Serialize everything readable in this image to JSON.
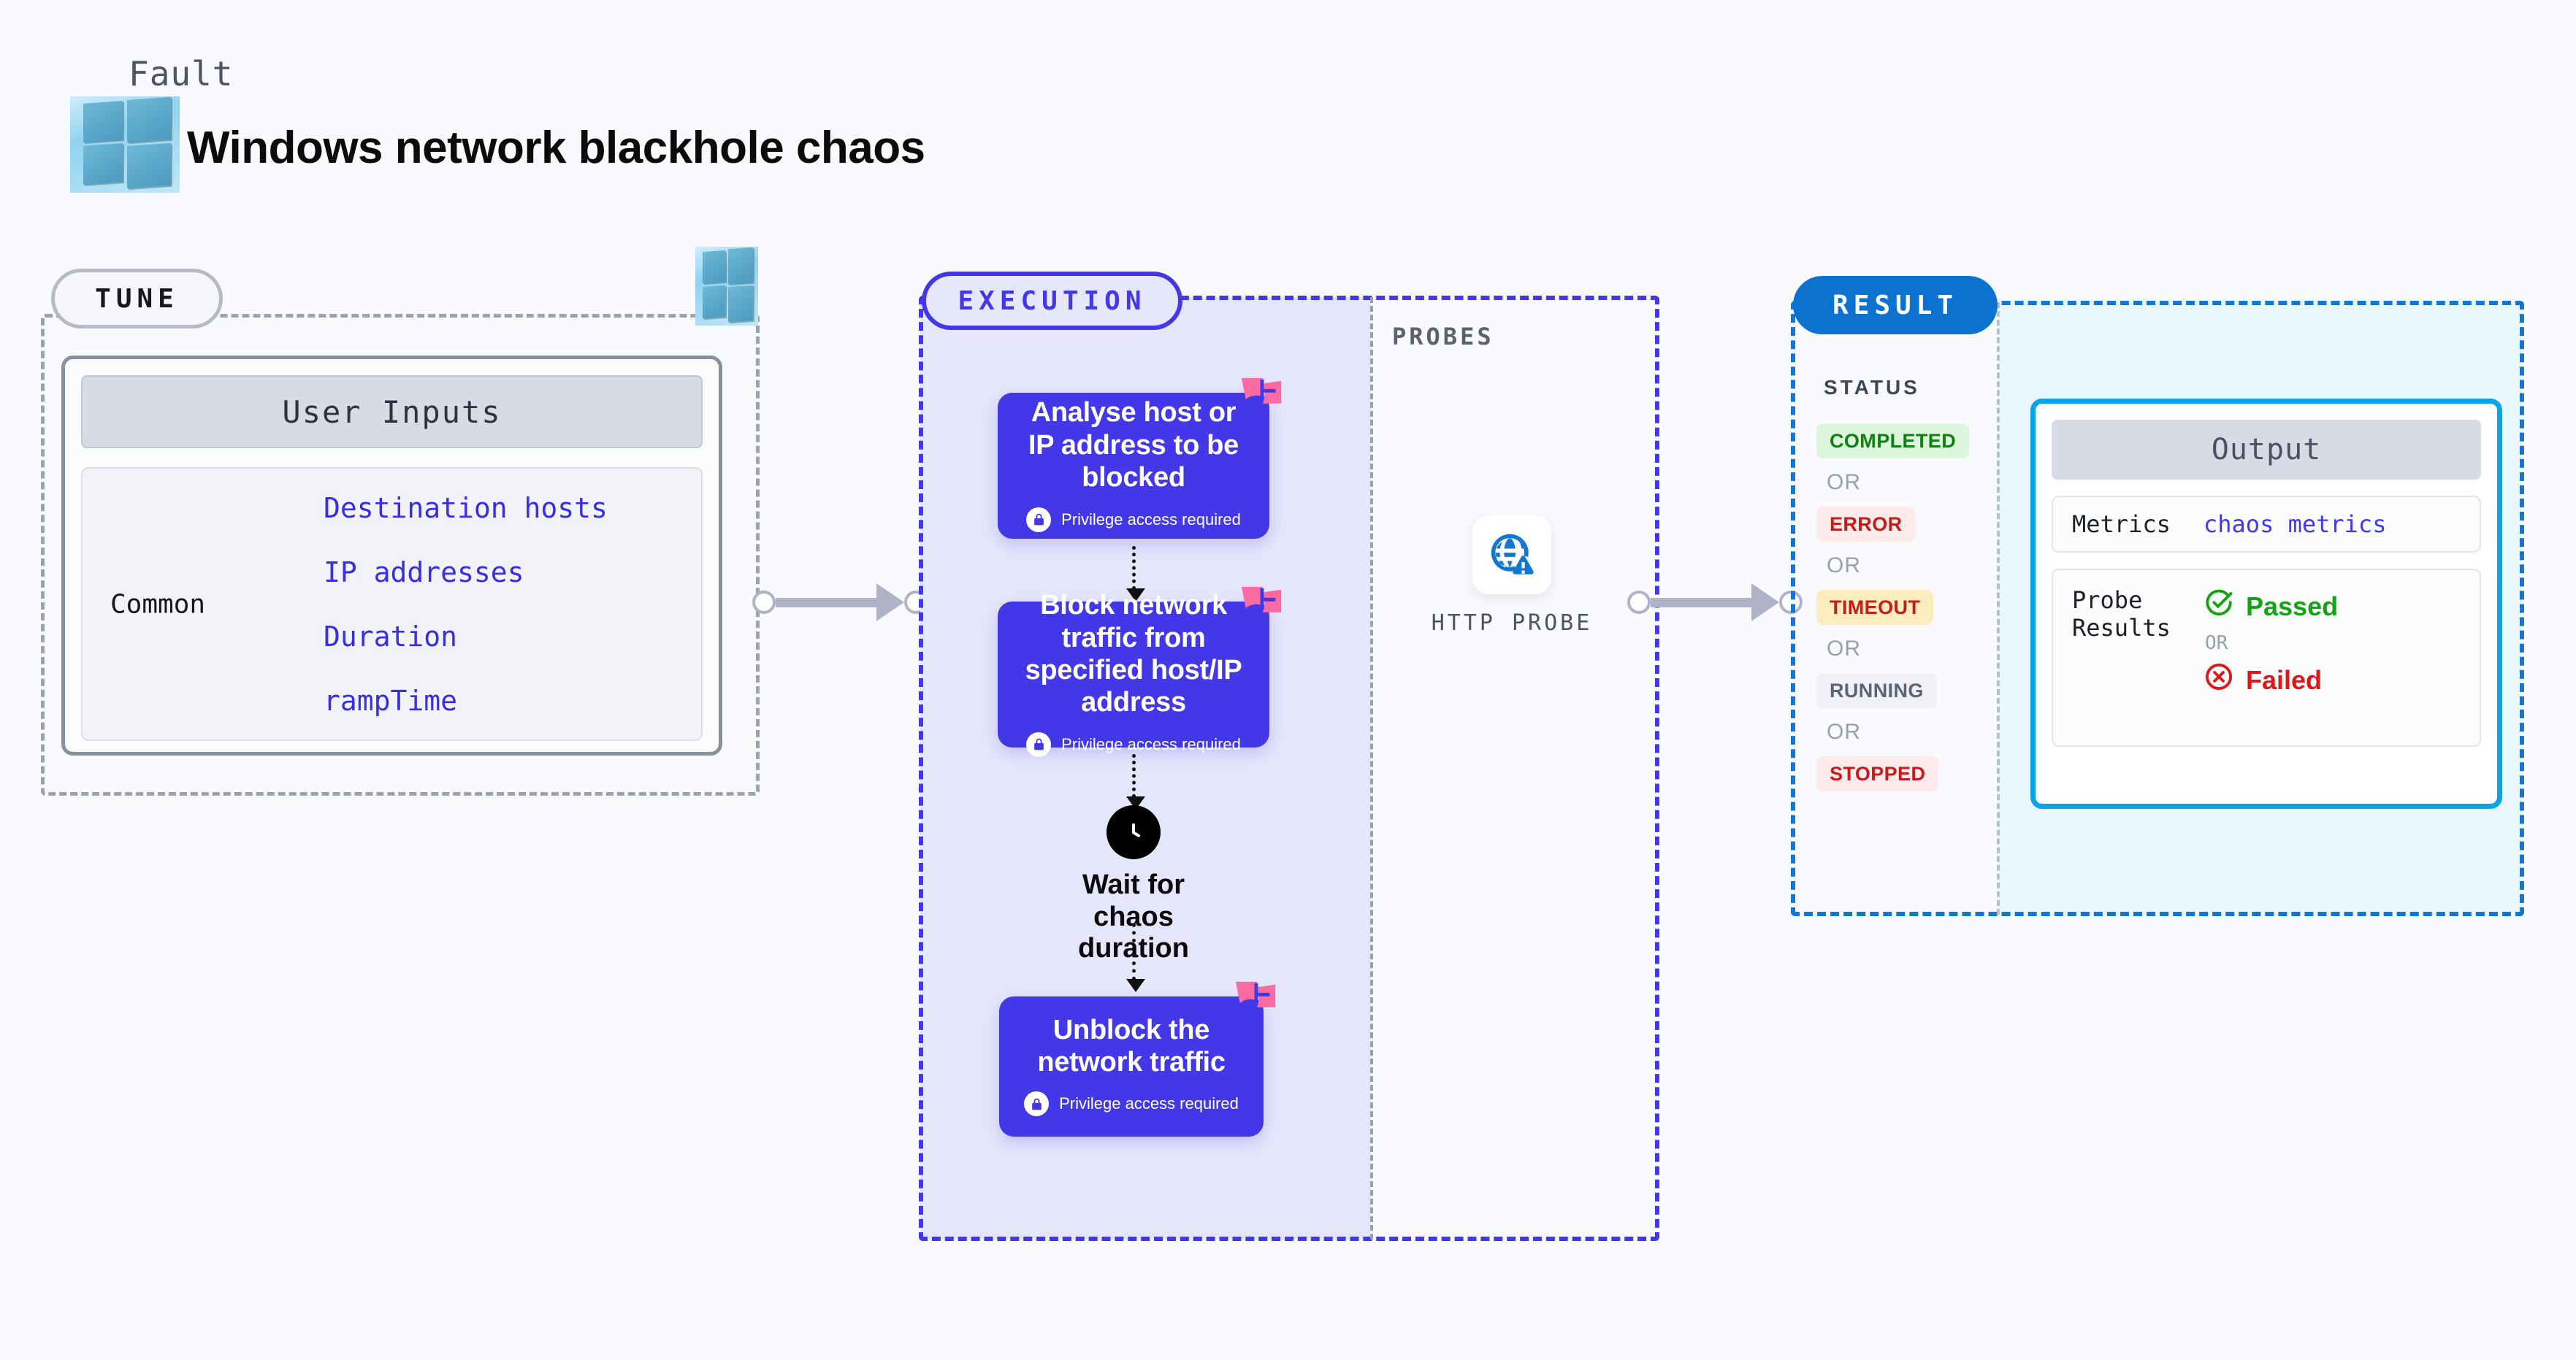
{
  "header": {
    "kicker": "Fault",
    "title": "Windows network blackhole chaos",
    "os_icon": "windows-logo-icon"
  },
  "tune": {
    "badge": "TUNE",
    "os_icon": "windows-logo-icon",
    "user_inputs_title": "User Inputs",
    "group_label": "Common",
    "params": [
      "Destination hosts",
      "IP addresses",
      "Duration",
      "rampTime"
    ]
  },
  "execution": {
    "badge": "EXECUTION",
    "privilege_note": "Privilege access required",
    "steps": [
      {
        "title": "Analyse host or IP address to be blocked",
        "privileged": true,
        "corner_icon": "litmus-logo-icon"
      },
      {
        "title": "Block network traffic from specified host/IP address",
        "privileged": true,
        "corner_icon": "litmus-logo-icon"
      },
      {
        "title": "Unblock the network traffic",
        "privileged": true,
        "corner_icon": "litmus-logo-icon"
      }
    ],
    "wait_node": {
      "icon": "clock-icon",
      "label": "Wait for chaos duration"
    }
  },
  "probes": {
    "label": "PROBES",
    "items": [
      {
        "name": "HTTP PROBE",
        "icon": "globe-warning-icon"
      }
    ]
  },
  "result": {
    "badge": "RESULT",
    "status_label": "STATUS",
    "or_text": "OR",
    "statuses": [
      {
        "label": "COMPLETED",
        "bg": "#dcf5dd",
        "fg": "#108010"
      },
      {
        "label": "ERROR",
        "bg": "#fdeaea",
        "fg": "#c81b1b"
      },
      {
        "label": "TIMEOUT",
        "bg": "#fdedbe",
        "fg": "#c81b1b"
      },
      {
        "label": "RUNNING",
        "bg": "#f0f1f6",
        "fg": "#5b6475"
      },
      {
        "label": "STOPPED",
        "bg": "#fdeaea",
        "fg": "#c81b1b"
      }
    ],
    "output": {
      "title": "Output",
      "metrics_key": "Metrics",
      "metrics_value": "chaos metrics",
      "probe_results_key": "Probe Results",
      "passed_label": "Passed",
      "failed_label": "Failed",
      "or_text": "OR",
      "passed_color": "#13a313",
      "failed_color": "#e01717"
    }
  },
  "colors": {
    "page_bg": "#f9fafe",
    "execution_accent": "#4338e8",
    "execution_tint": "#e6e6fb",
    "result_accent": "#0b72d0",
    "result_tint": "#e9f8fe",
    "output_border": "#06a5e8",
    "tune_border": "#9ca3af",
    "param_text": "#3b2ee0",
    "connector": "#b0b3c7",
    "corner_logo": "#fb6aa0"
  }
}
